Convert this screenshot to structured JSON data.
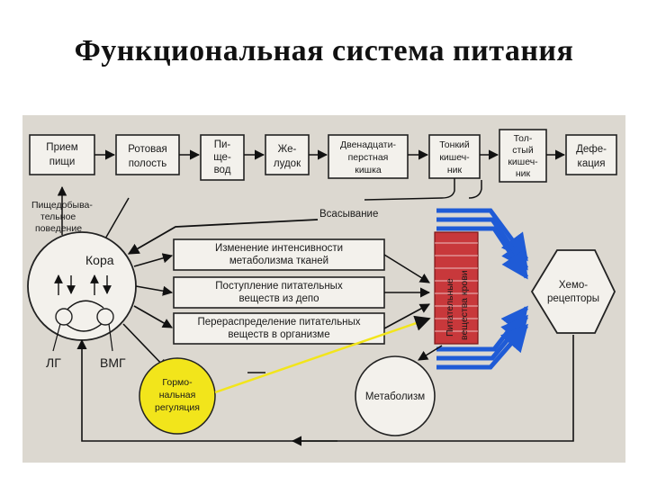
{
  "title": "Функциональная система питания",
  "stages": [
    {
      "line1": "Прием",
      "line2": "пищи",
      "line3": ""
    },
    {
      "line1": "Ротовая",
      "line2": "полость",
      "line3": ""
    },
    {
      "line1": "Пи-",
      "line2": "ще-",
      "line3": "вод"
    },
    {
      "line1": "Же-",
      "line2": "лудок",
      "line3": ""
    },
    {
      "line1": "Двенадцати-",
      "line2": "перстная",
      "line3": "кишка"
    },
    {
      "line1": "Тонкий",
      "line2": "кишеч-",
      "line3": "ник"
    },
    {
      "line1": "Тол-",
      "line2": "стый",
      "line3": "кишеч-",
      "line4": "ник"
    },
    {
      "line1": "Дефе-",
      "line2": "кация",
      "line3": ""
    }
  ],
  "behavior": {
    "line1": "Пищедобыва-",
    "line2": "тельное",
    "line3": "поведение"
  },
  "cortex": "Кора",
  "lh": "ЛГ",
  "vmh": "ВМГ",
  "absorption": "Всасывание",
  "processes": [
    {
      "line1": "Изменение интенсивности",
      "line2": "метаболизма тканей"
    },
    {
      "line1": "Поступление питательных",
      "line2": "веществ  из депо"
    },
    {
      "line1": "Перераспределение питательных",
      "line2": "веществ в организме"
    }
  ],
  "blood": {
    "line1": "Питательные",
    "line2": "вещества крови"
  },
  "chemoreceptors": {
    "line1": "Хемо-",
    "line2": "рецепторы"
  },
  "hormonal": {
    "line1": "Гормо-",
    "line2": "нальная",
    "line3": "регуляция"
  },
  "metabolism": "Метаболизм",
  "colors": {
    "figure_bg": "#dcd8d0",
    "box": "#f3f1ec",
    "blue": "#1f5bd6",
    "red": "#c8383b",
    "yellow": "#f2e51b"
  }
}
